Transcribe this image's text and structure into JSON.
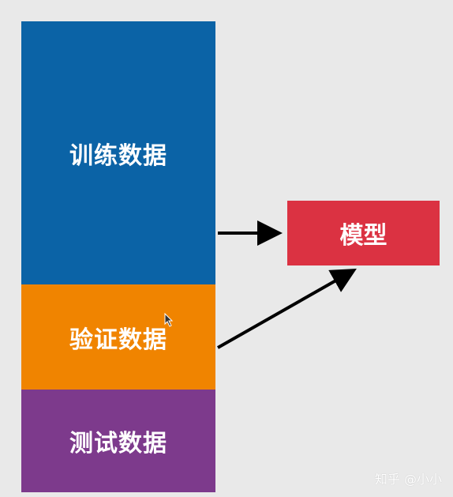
{
  "blocks": {
    "train": {
      "label": "训练数据",
      "color": "#0b63a6"
    },
    "validation": {
      "label": "验证数据",
      "color": "#f08400"
    },
    "test": {
      "label": "测试数据",
      "color": "#7d3a8c"
    }
  },
  "model": {
    "label": "模型",
    "color": "#db3242"
  },
  "arrow_color": "#000000",
  "watermark": "知乎 @小小"
}
